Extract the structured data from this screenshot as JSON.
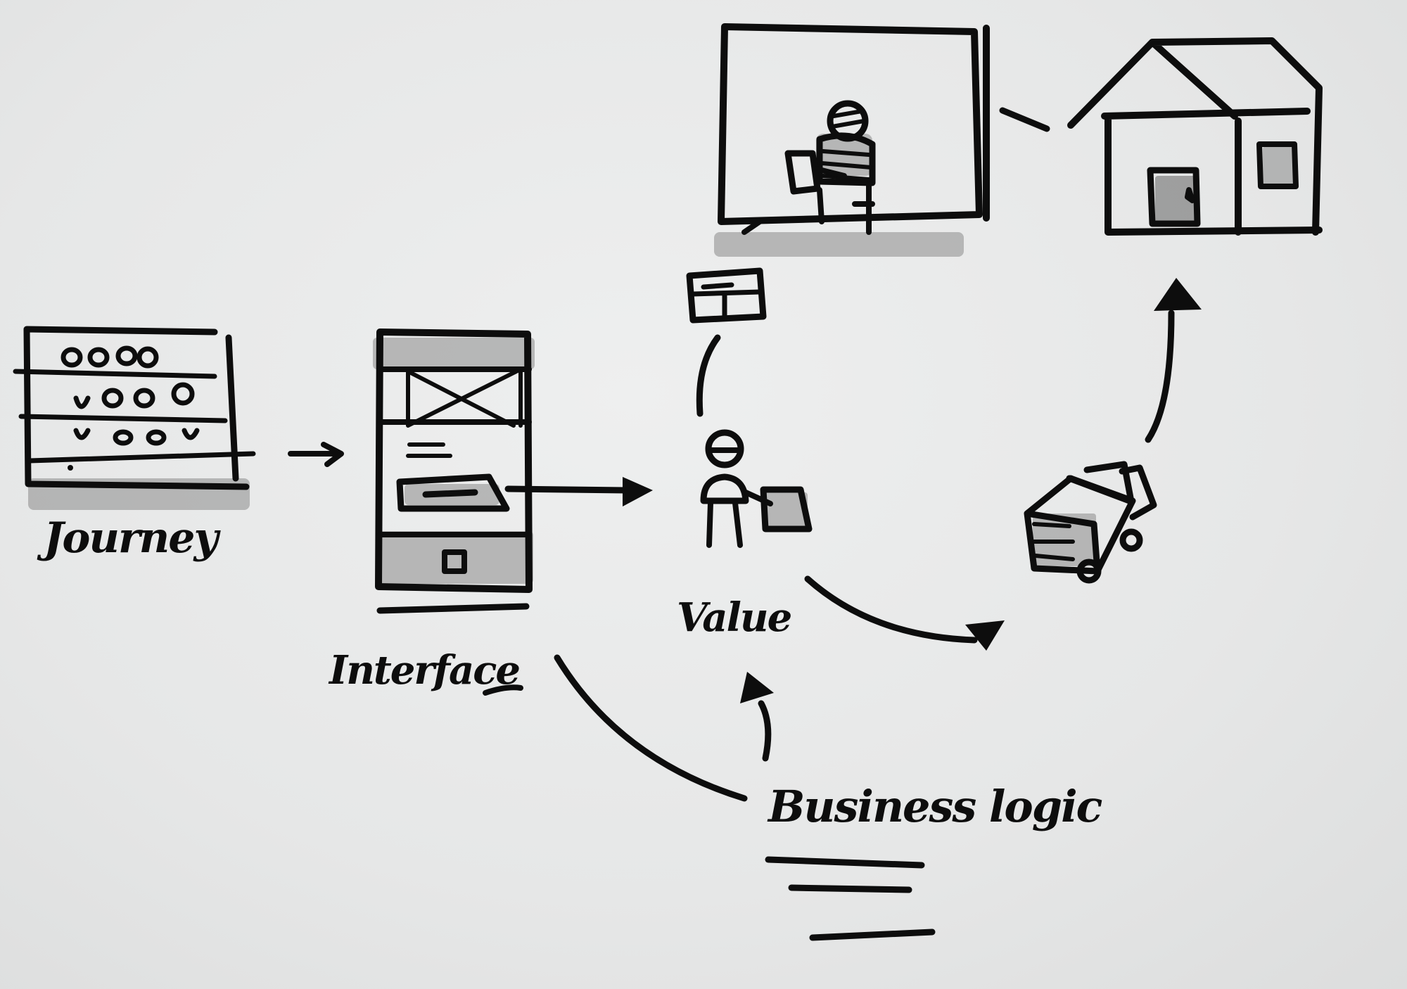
{
  "labels": {
    "journey": "Journey",
    "interface": "Interface",
    "value": "Value",
    "business_logic": "Business logic"
  },
  "colors": {
    "ink": "#0d0d0d",
    "paper": "#e9eaea",
    "marker_shade": "#8a8a8a"
  },
  "icons": [
    "grid-board-icon",
    "wireframe-phone-icon",
    "person-at-laptop-icon",
    "window-person-icon",
    "card-icon",
    "house-icon",
    "delivery-truck-icon"
  ]
}
